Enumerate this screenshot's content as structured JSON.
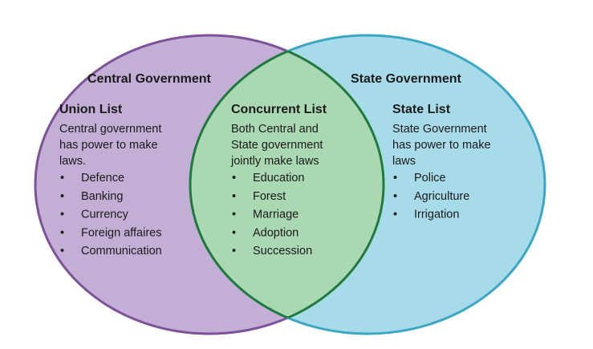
{
  "colors": {
    "central_fill": "#c3aed6",
    "central_stroke": "#7d5298",
    "state_fill": "#a8dbe9",
    "state_stroke": "#3ba7c3",
    "overlap_fill": "#a9d8b2",
    "overlap_stroke": "#1f7a3c"
  },
  "central": {
    "title": "Central Government",
    "list_title": "Union List",
    "description": [
      "Central government",
      "has power to make",
      "laws."
    ],
    "items": [
      "Defence",
      "Banking",
      "Currency",
      "Foreign affaires",
      "Communication"
    ]
  },
  "concurrent": {
    "list_title": "Concurrent List",
    "description": [
      "Both Central and",
      "State government",
      "jointly make laws"
    ],
    "items": [
      "Education",
      "Forest",
      "Marriage",
      "Adoption",
      "Succession"
    ]
  },
  "state": {
    "title": "State Government",
    "list_title": "State List",
    "description": [
      "State Government",
      "has power to make",
      "laws"
    ],
    "items": [
      "Police",
      "Agriculture",
      "Irrigation"
    ]
  },
  "bullet": "•"
}
